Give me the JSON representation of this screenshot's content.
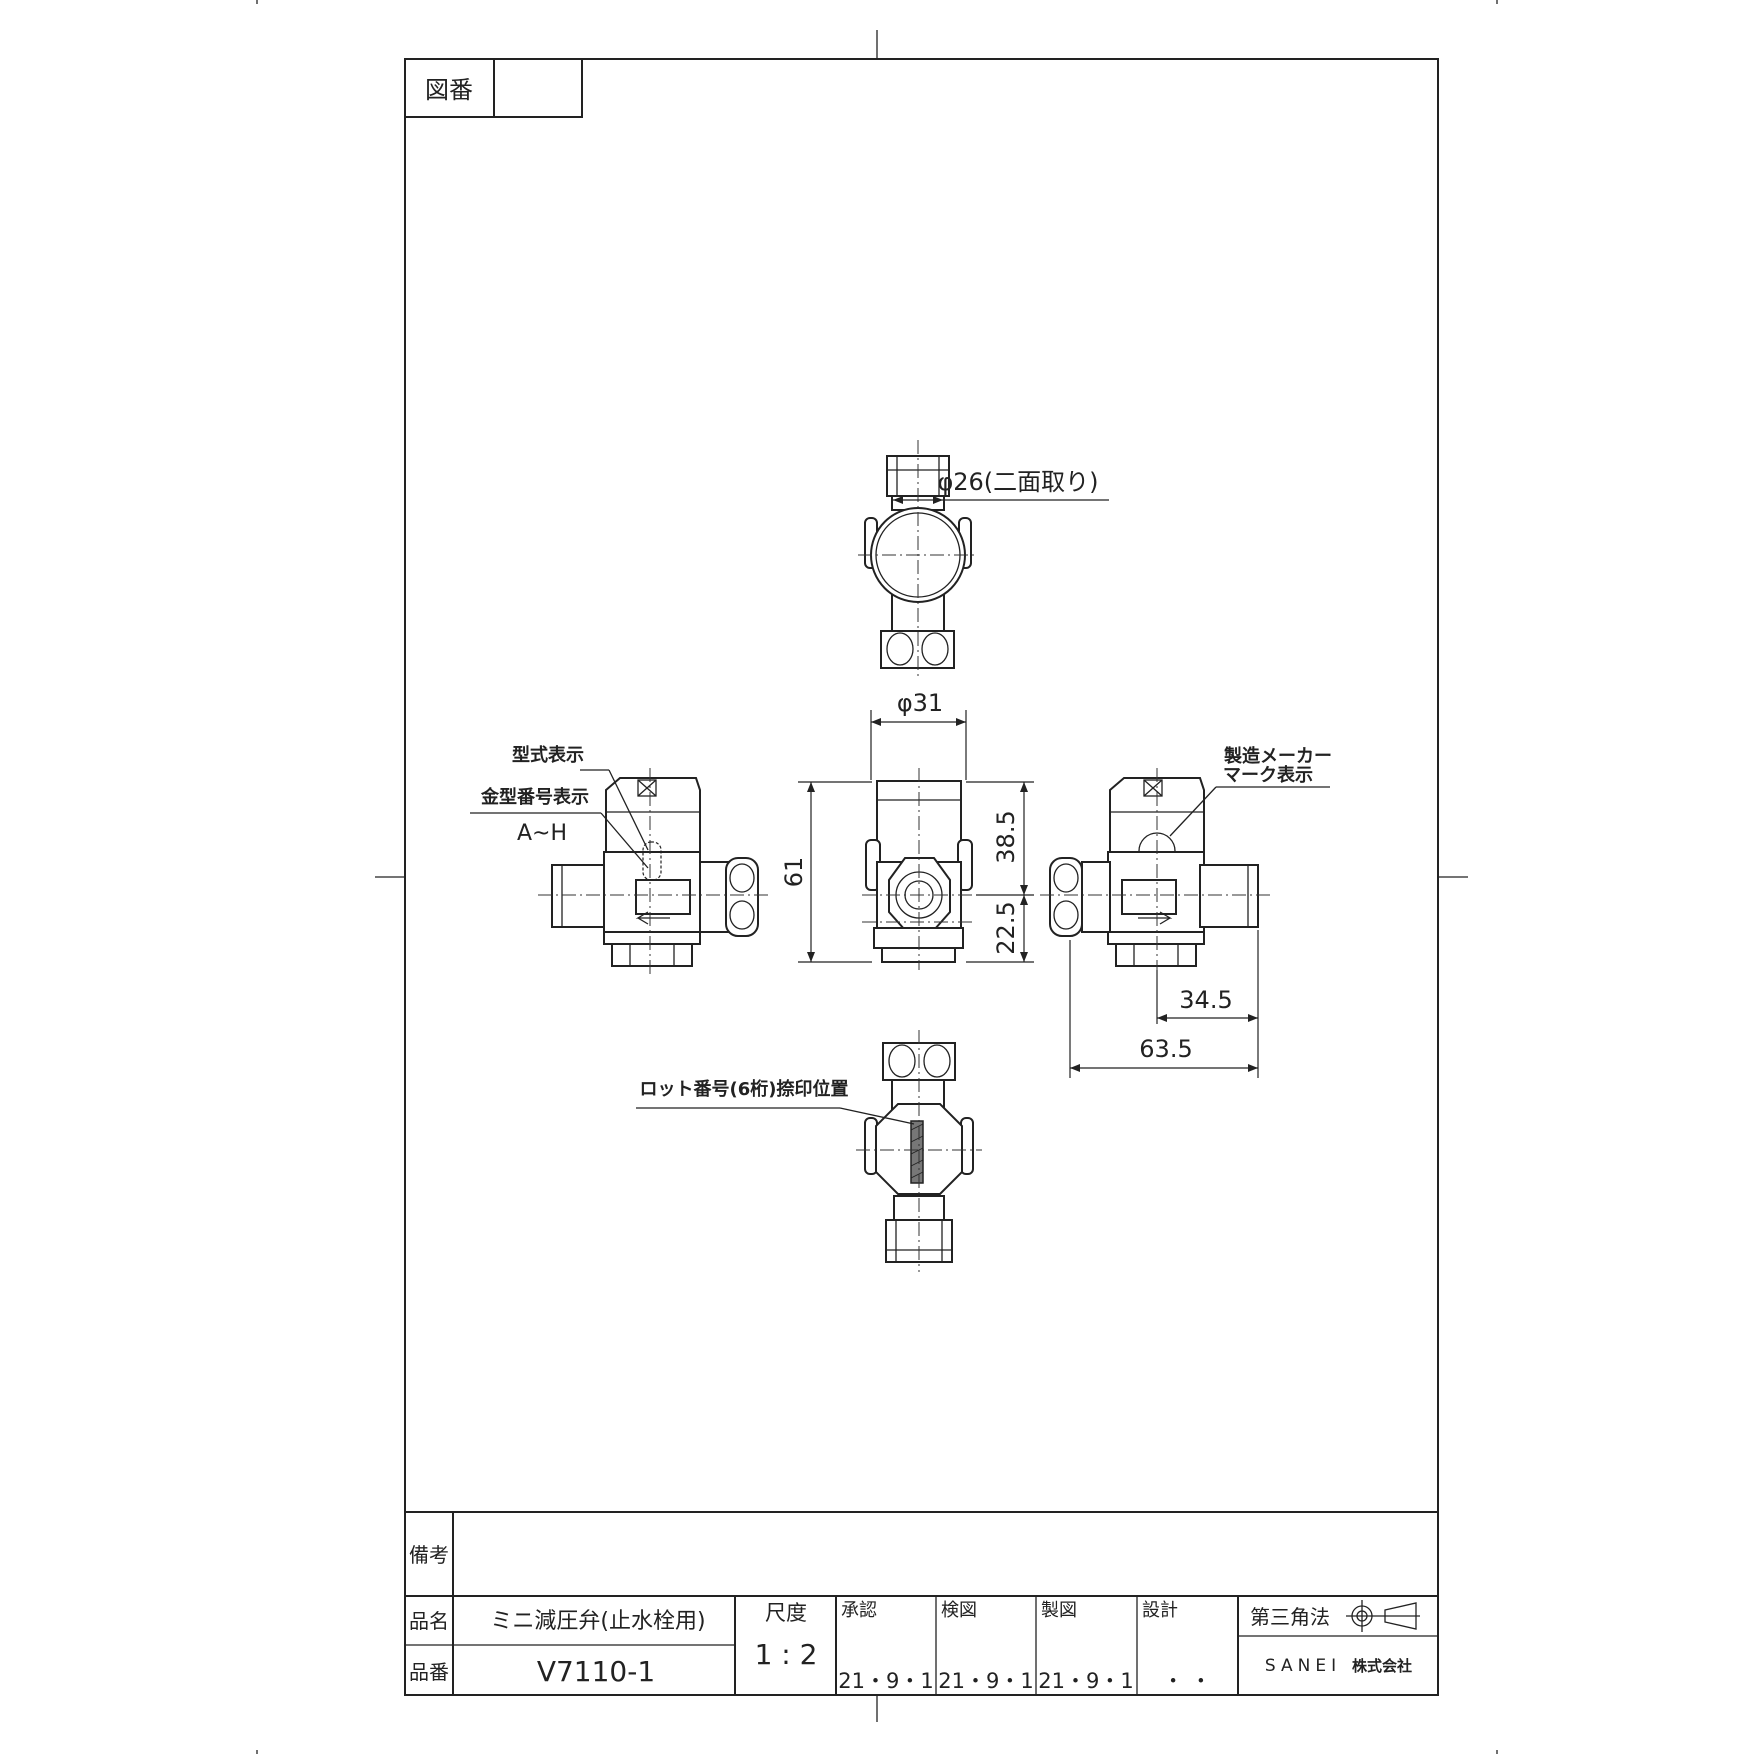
{
  "drawing": {
    "zuban_label": "図番",
    "zuban_value": "",
    "bikou_label": "備考",
    "bikou_value": "",
    "hinmei_label": "品名",
    "hinmei_value": "ミニ減圧弁(止水栓用)",
    "hinban_label": "品番",
    "hinban_value": "V7110-1",
    "shakudo_label": "尺度",
    "shakudo_value": "1 : 2",
    "shounin_label": "承認",
    "shounin_date": "21・9・1",
    "kenzu_label": "検図",
    "kenzu_date": "21・9・1",
    "seizu_label": "製図",
    "seizu_date": "21・9・1",
    "sekkei_label": "設計",
    "sekkei_date": "・  ・",
    "projection_label": "第三角法",
    "company_name": "SANEI",
    "company_suffix": "株式会社"
  },
  "annotations": {
    "dia_26": "φ26(二面取り)",
    "dia_31": "φ31",
    "dim_61": "61",
    "dim_38_5": "38.5",
    "dim_22_5": "22.5",
    "dim_34_5": "34.5",
    "dim_63_5": "63.5",
    "katashiki": "型式表示",
    "kanagata": "金型番号表示",
    "a_h": "A~H",
    "maker_mark_1": "製造メーカー",
    "maker_mark_2": "マーク表示",
    "lot_number": "ロット番号(6桁)捺印位置"
  }
}
